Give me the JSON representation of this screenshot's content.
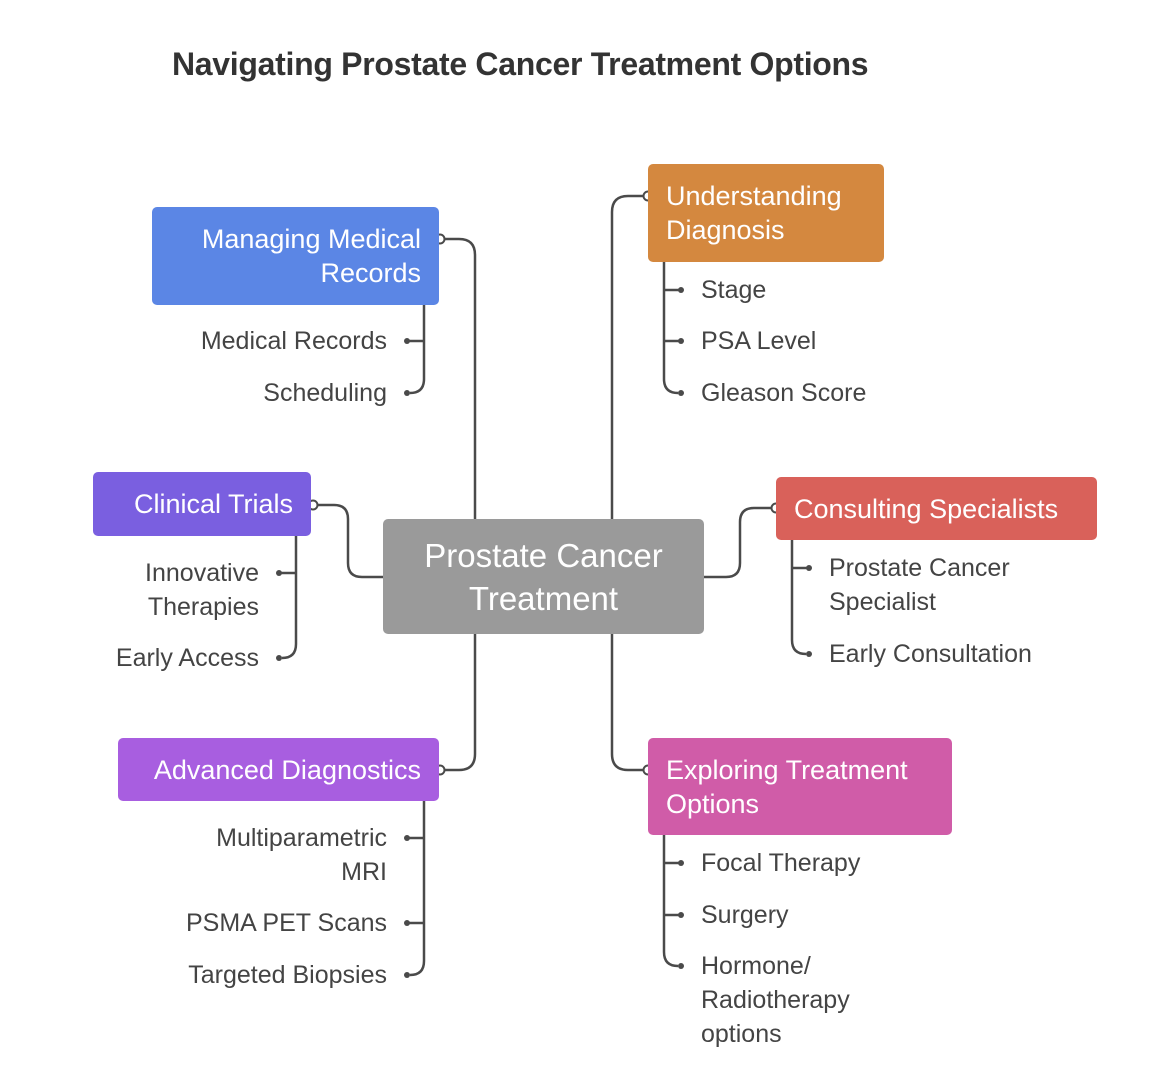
{
  "title": "Navigating Prostate Cancer Treatment Options",
  "center": {
    "line1": "Prostate Cancer",
    "line2": "Treatment",
    "color": "#9a9a9a"
  },
  "branches": {
    "medical_records": {
      "line1": "Managing Medical",
      "line2": "Records",
      "color": "#5b86e5",
      "items": [
        "Medical Records",
        "Scheduling"
      ]
    },
    "diagnosis": {
      "line1": "Understanding",
      "line2": "Diagnosis",
      "color": "#d4883f",
      "items": [
        "Stage",
        "PSA Level",
        "Gleason Score"
      ]
    },
    "clinical_trials": {
      "line1": "Clinical Trials",
      "color": "#7a5fe0",
      "items": [
        "Innovative",
        "Therapies",
        "Early Access"
      ]
    },
    "specialists": {
      "line1": "Consulting Specialists",
      "color": "#d9615a",
      "items": [
        "Prostate Cancer",
        "Specialist",
        "Early Consultation"
      ]
    },
    "advanced_diagnostics": {
      "line1": "Advanced Diagnostics",
      "color": "#a85ee0",
      "items": [
        "Multiparametric",
        "MRI",
        "PSMA PET Scans",
        "Targeted Biopsies"
      ]
    },
    "treatment_options": {
      "line1": "Exploring Treatment",
      "line2": "Options",
      "color": "#d05ca8",
      "items": [
        "Focal Therapy",
        "Surgery",
        "Hormone/",
        "Radiotherapy",
        "options"
      ]
    }
  }
}
